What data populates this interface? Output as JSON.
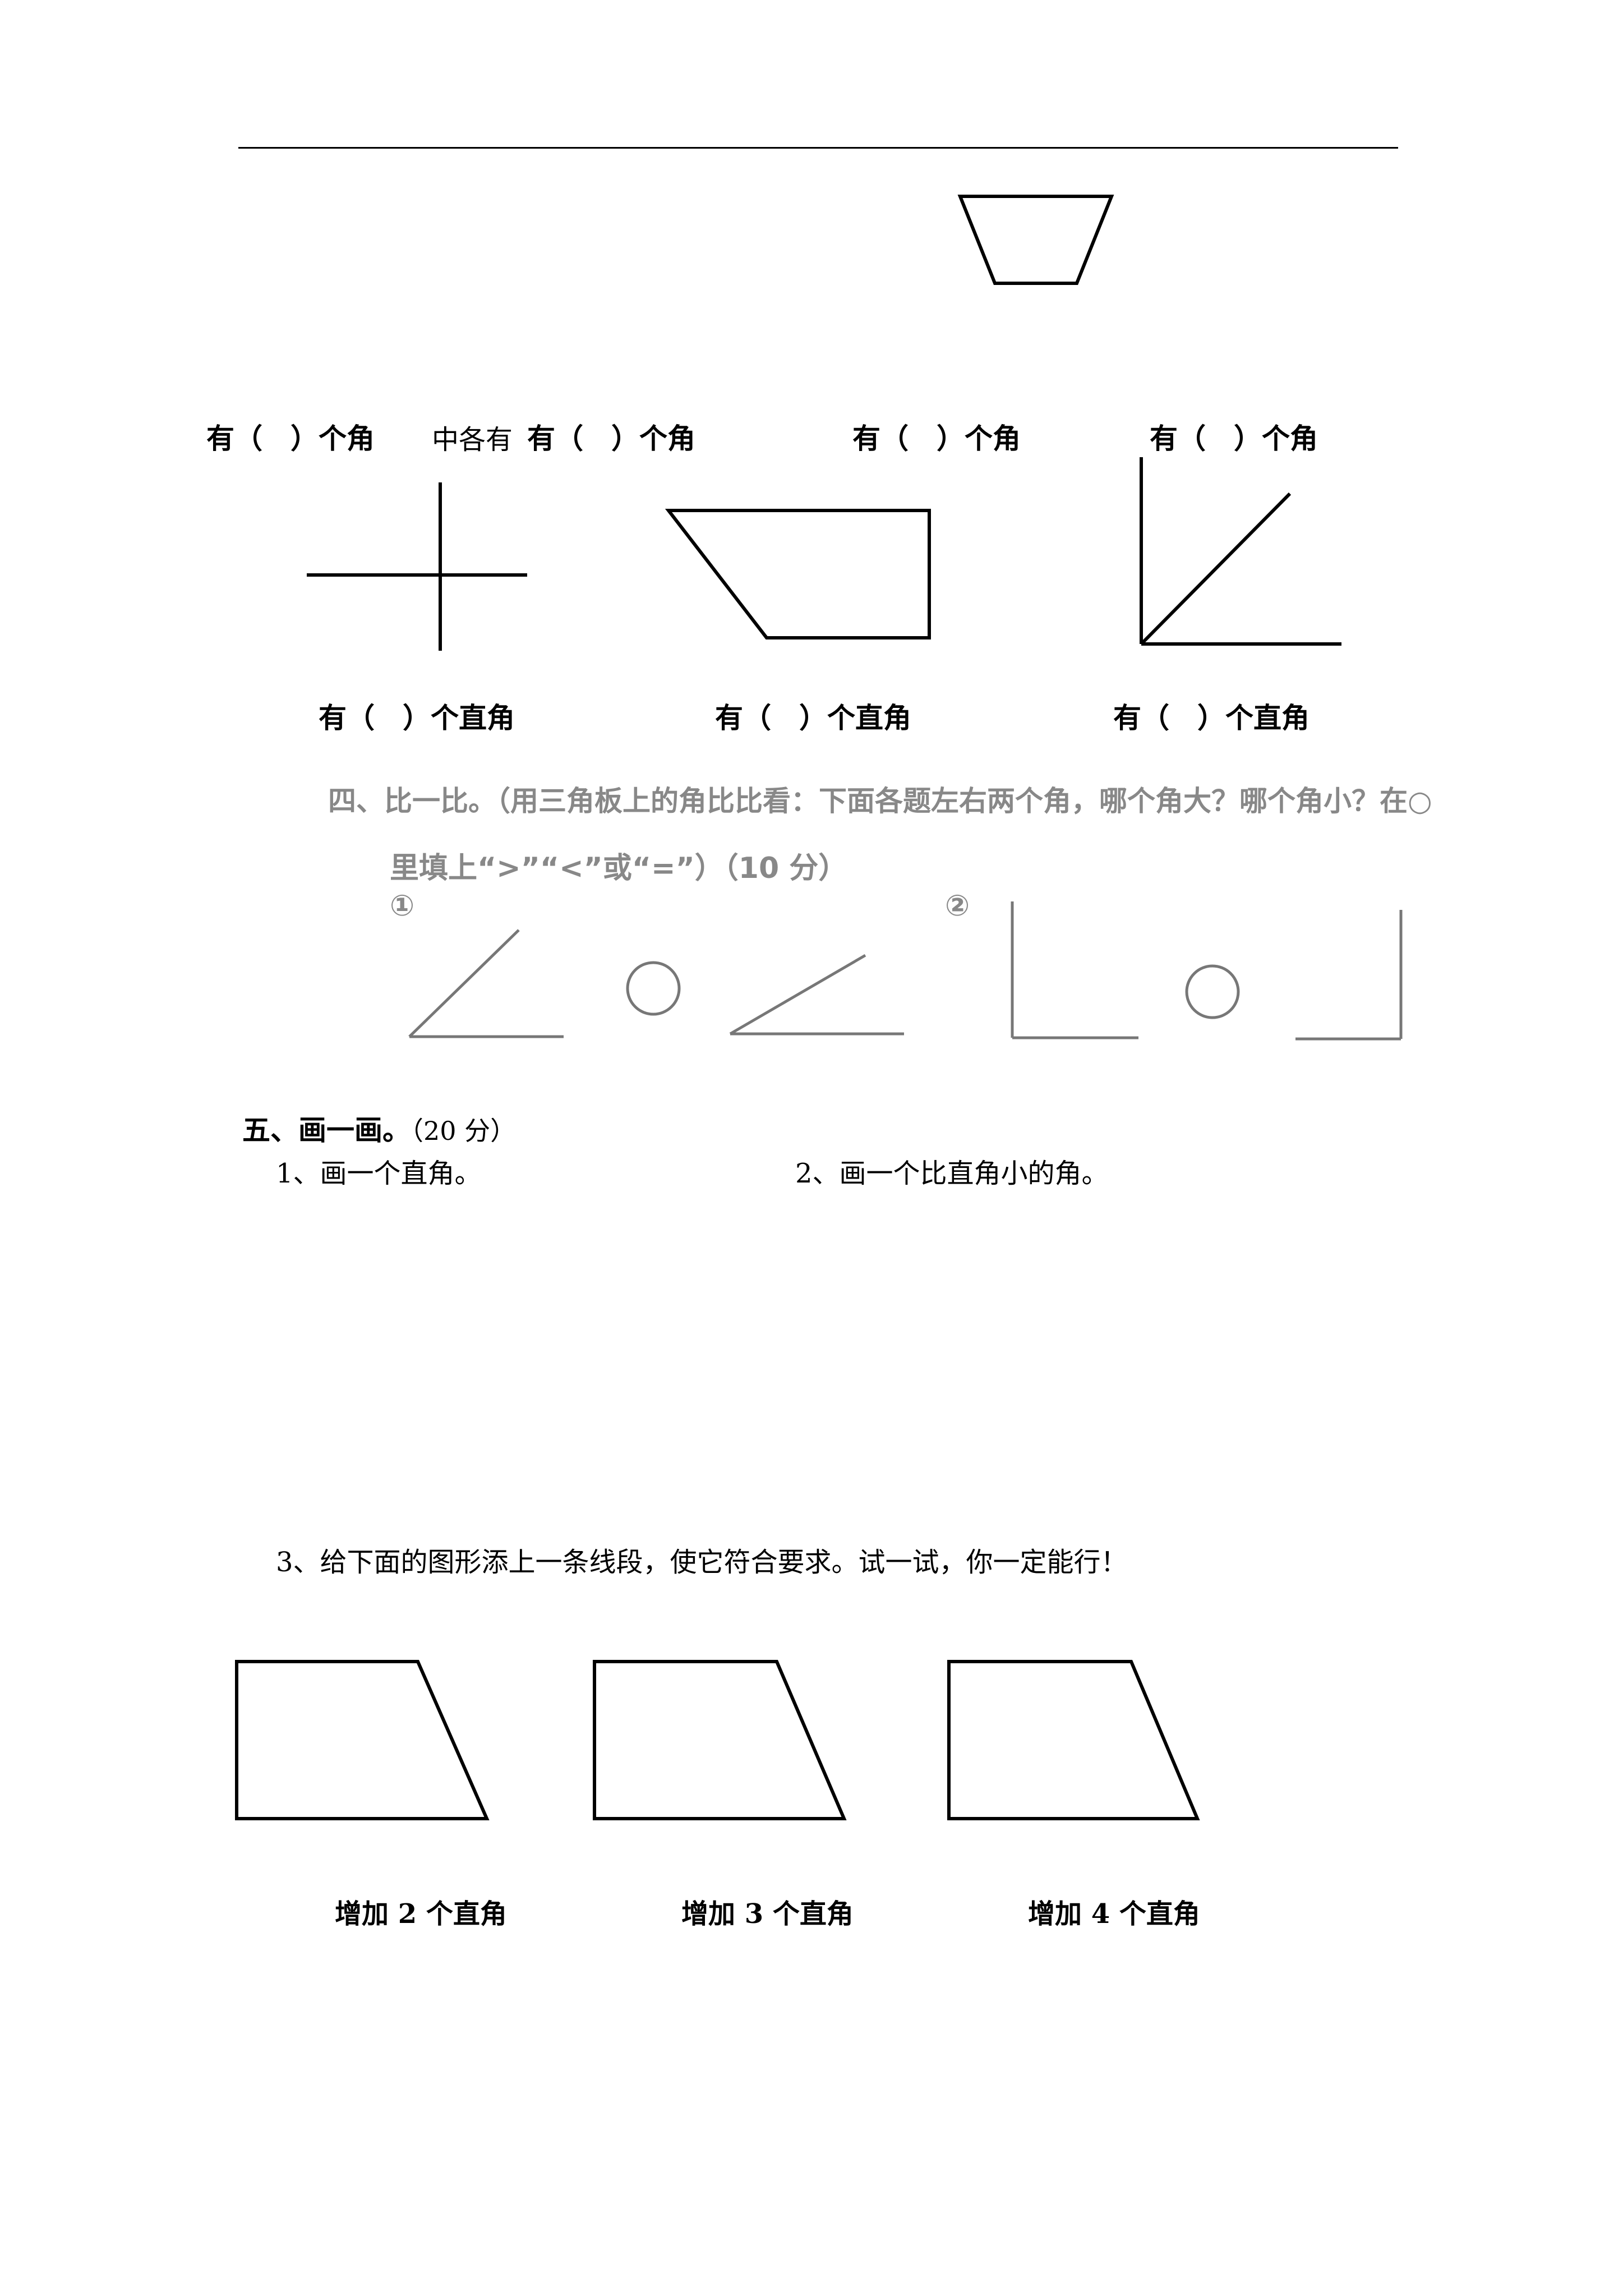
{
  "q3_count_labels": [
    "有（　）个角",
    "有（　）个角",
    "有（　）个角",
    "有（　）个角"
  ],
  "q3_overlap_fragment": "中各有",
  "q3_right_angle_labels": [
    "有（　）个直角",
    "有（　）个直角",
    "有（　）个直角"
  ],
  "q4": {
    "title_line1": "四、比一比。（用三角板上的角比比看：下面各题左右两个角，哪个角大？哪个角小？在○",
    "title_line2": "里填上“>”“<”或“=”）（10 分）",
    "item1": "①",
    "item2": "②"
  },
  "q5": {
    "title": "五、画一画。",
    "score": "（20 分）",
    "sub1": "1、画一个直角。",
    "sub2": "2、画一个比直角小的角。",
    "sub3": "3、给下面的图形添上一条线段，使它符合要求。试一试，你一定能行！",
    "add_labels": [
      "增加 2 个直角",
      "增加 3 个直角",
      "增加 4 个直角"
    ]
  }
}
